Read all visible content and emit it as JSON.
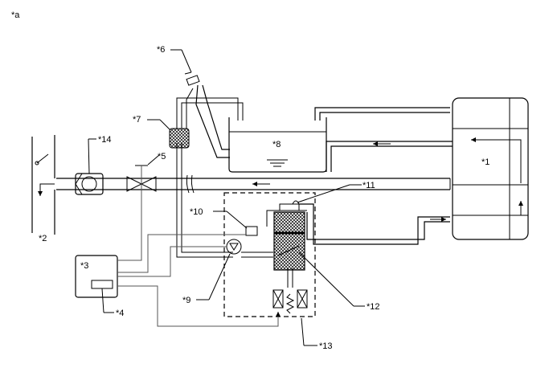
{
  "diagram": {
    "corner_label": "*a",
    "labels": {
      "l1": "*1",
      "l2": "*2",
      "l3": "*3",
      "l4": "*4",
      "l5": "*5",
      "l6": "*6",
      "l7": "*7",
      "l8": "*8",
      "l9": "*9",
      "l10": "*10",
      "l11": "*11",
      "l12": "*12",
      "l13": "*13",
      "l14": "*14"
    }
  }
}
